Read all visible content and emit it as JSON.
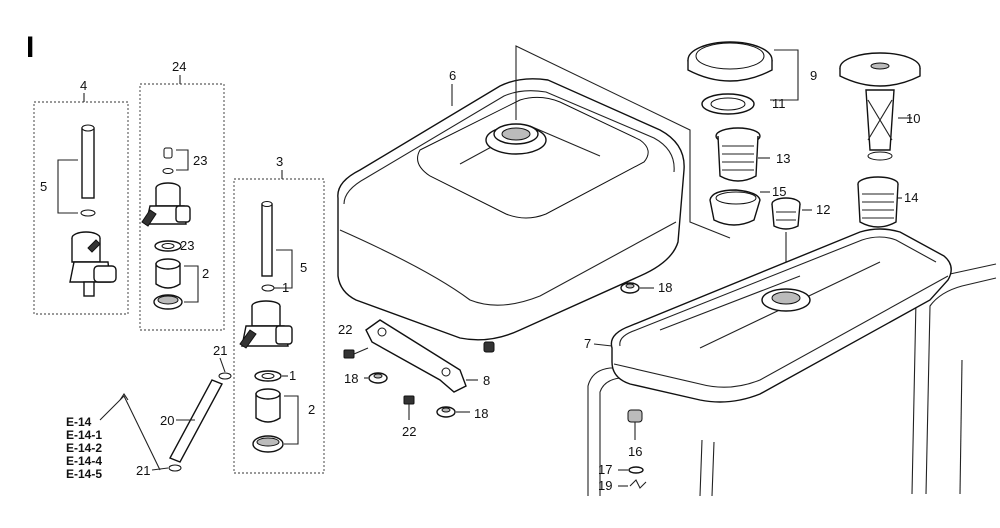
{
  "section": "I",
  "callouts": {
    "c1a": "1",
    "c1b": "1",
    "c2a": "2",
    "c2b": "2",
    "c3": "3",
    "c4": "4",
    "c5a": "5",
    "c5b": "5",
    "c6": "6",
    "c7": "7",
    "c8": "8",
    "c9": "9",
    "c10": "10",
    "c11": "11",
    "c12": "12",
    "c13": "13",
    "c14": "14",
    "c15": "15",
    "c16": "16",
    "c17": "17",
    "c18a": "18",
    "c18b": "18",
    "c18c": "18",
    "c19": "19",
    "c20": "20",
    "c21a": "21",
    "c21b": "21",
    "c22a": "22",
    "c22b": "22",
    "c23a": "23",
    "c23b": "23",
    "c24": "24"
  },
  "references": [
    "E-14",
    "E-14-1",
    "E-14-2",
    "E-14-4",
    "E-14-5"
  ]
}
